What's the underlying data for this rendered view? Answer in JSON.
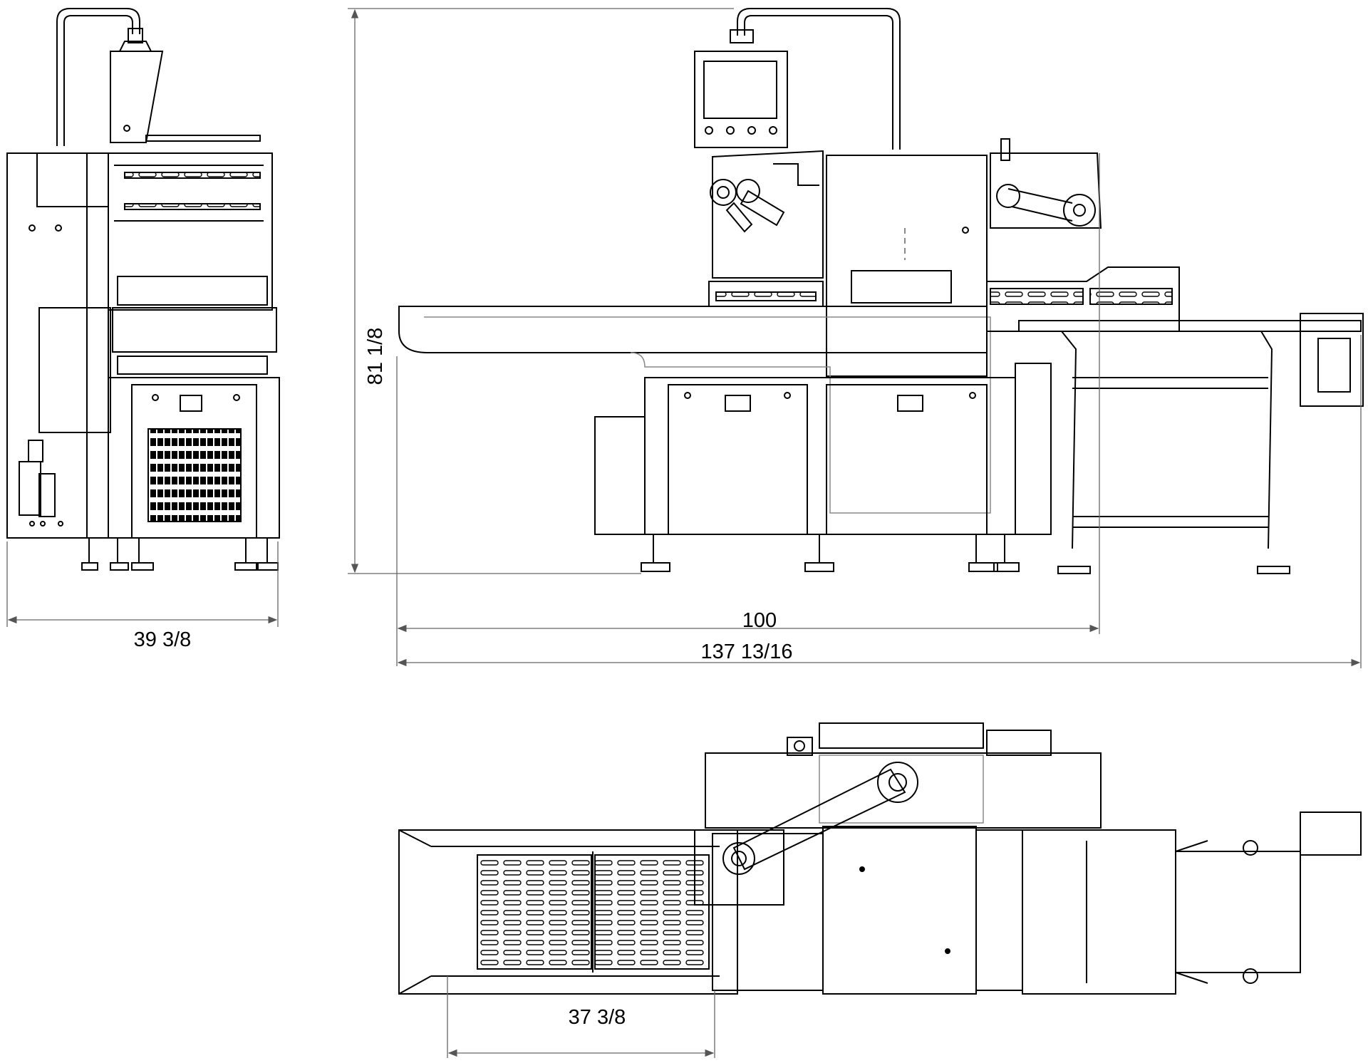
{
  "dimensions": {
    "front_width": "39 3/8",
    "side_height": "81 1/8",
    "side_inner_length": "100",
    "side_total_length": "137 13/16",
    "top_loading_length": "37 3/8"
  },
  "colors": {
    "line": "#000000",
    "dim_line": "#666666",
    "hidden_line": "#888888",
    "background": "#ffffff"
  }
}
